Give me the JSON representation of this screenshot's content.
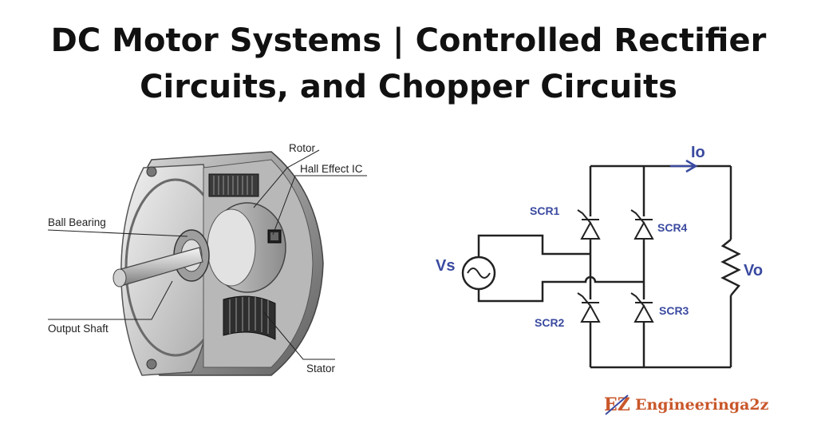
{
  "title": {
    "line1": "DC Motor Systems | Controlled Rectifier",
    "line2": "Circuits, and Chopper Circuits"
  },
  "motor": {
    "labels": {
      "rotor": "Rotor",
      "hall": "Hall Effect IC",
      "bearing": "Ball Bearing",
      "shaft": "Output Shaft",
      "stator": "Stator"
    }
  },
  "circuit": {
    "color": "#3a4aa0",
    "source": "Vs",
    "output_current": "Io",
    "output_voltage": "Vo",
    "thyristors": [
      "SCR1",
      "SCR4",
      "SCR2",
      "SCR3"
    ]
  },
  "brand": {
    "logo_text": "EZ",
    "name": "Engineeringa2z",
    "color": "#c9572b"
  }
}
